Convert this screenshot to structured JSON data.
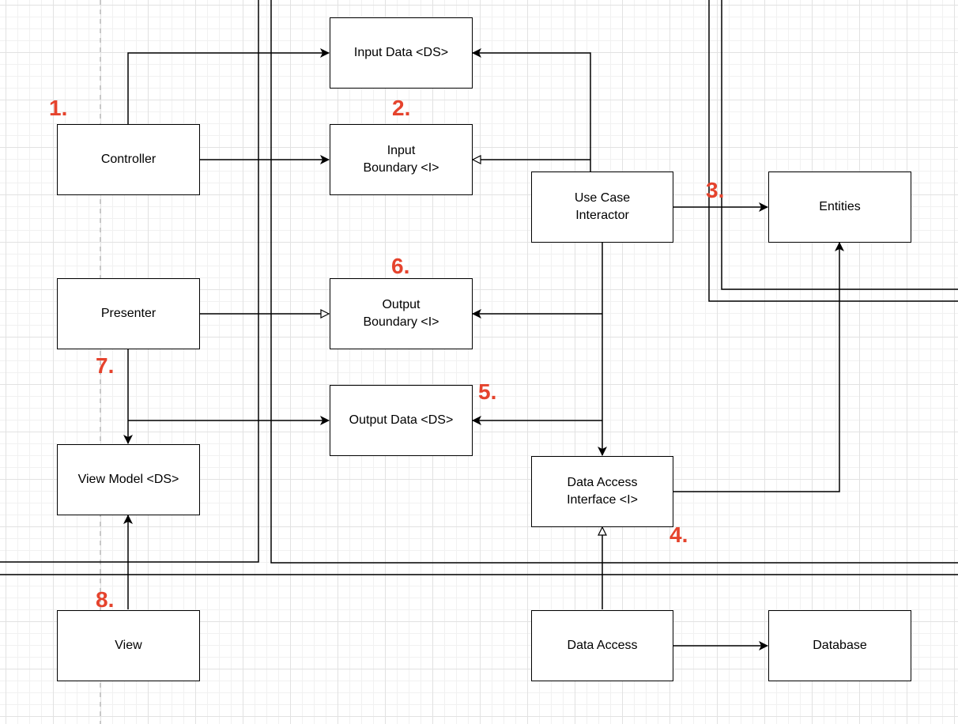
{
  "diagram": {
    "colors": {
      "line": "#000000",
      "step_number": "#e5432d",
      "grid": "#e2e2e2"
    },
    "boxes": {
      "input_data": "Input Data <DS>",
      "input_boundary": "Input\nBoundary <I>",
      "controller": "Controller",
      "use_case_interactor": "Use Case\nInteractor",
      "entities": "Entities",
      "presenter": "Presenter",
      "output_boundary": "Output\nBoundary <I>",
      "output_data": "Output Data <DS>",
      "view_model": "View Model <DS>",
      "data_access_interface": "Data Access\nInterface <I>",
      "view": "View",
      "data_access": "Data Access",
      "database": "Database"
    },
    "step_numbers": {
      "s1": "1.",
      "s2": "2.",
      "s3": "3.",
      "s4": "4.",
      "s5": "5.",
      "s6": "6.",
      "s7": "7.",
      "s8": "8."
    }
  }
}
